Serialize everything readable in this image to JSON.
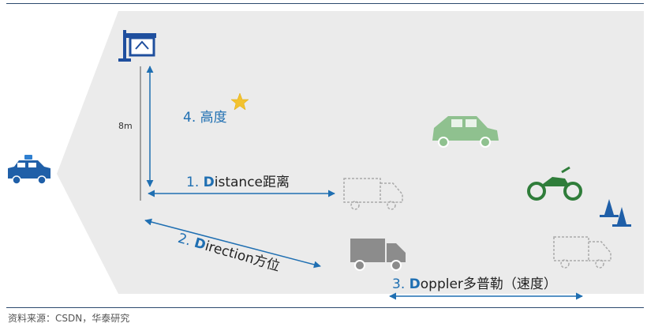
{
  "labels": {
    "height": {
      "num": "4. ",
      "text": "高度"
    },
    "distance": {
      "num": "1. ",
      "initial": "D",
      "rest": "istance距离"
    },
    "direction": {
      "num": "2. ",
      "initial": "D",
      "rest": "irection方位"
    },
    "doppler": {
      "num": "3. ",
      "initial": "D",
      "rest": "oppler多普勒（速度）"
    },
    "pole_height": "8m"
  },
  "source": "资料来源：CSDN，华泰研究",
  "colors": {
    "accent": "#1f6fb2",
    "background_area": "#ebebeb",
    "police_car": "#1f5fa8",
    "sign": "#1f4f9e",
    "car_green": "#8fc18f",
    "motorcycle": "#2f7d3a",
    "truck_gray": "#8c8c8c",
    "cones": "#1f5fa8",
    "star": "#f2c230"
  },
  "icons": [
    "police-car-icon",
    "road-sign-icon",
    "star-icon",
    "green-car-icon",
    "truck-outline-icon",
    "truck-gray-icon",
    "motorcycle-icon",
    "traffic-cones-icon",
    "truck-outline-far-icon"
  ]
}
